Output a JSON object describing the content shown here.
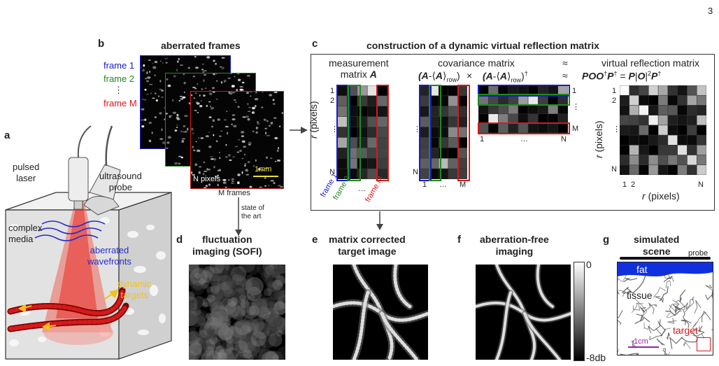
{
  "page_number": "3",
  "panels": {
    "a": {
      "label": "a",
      "pulsed_laser": [
        "pulsed",
        "laser"
      ],
      "ultrasound_probe": [
        "ultrasound",
        "probe"
      ],
      "complex_media": [
        "complex",
        "media"
      ],
      "aberrated_wavefronts": [
        "aberrated",
        "wavefronts"
      ],
      "dynamic_targets": [
        "dynamic",
        "targets"
      ]
    },
    "b": {
      "label": "b",
      "title": "aberrated frames",
      "frame1": "frame 1",
      "frame2": "frame 2",
      "dots": "⋮",
      "frameM": "frame M",
      "n_pixels": "N pixels",
      "scale": "1mm",
      "m_frames": "M frames",
      "state_of_art": [
        "state of",
        "the art"
      ]
    },
    "c": {
      "label": "c",
      "title": "construction of a dynamic virtual reflection matrix",
      "measurement": [
        "measurement",
        "matrix "
      ],
      "measurement_symbol": "A",
      "covariance": "covariance matrix",
      "virtual": "virtual reflection matrix",
      "approx": "≈",
      "r_pixels": "(pixels)",
      "r_symbol": "r",
      "row_1": "1",
      "row_2": "2",
      "row_dots": "⋮",
      "row_N": "N",
      "row_M": "M",
      "frame1": "frame 1",
      "frame2": "frame 2",
      "frameM": "frame M",
      "col_1": "1",
      "col_dots": "…",
      "col_M": "M",
      "col_N": "N",
      "col_2": "2",
      "times": "×"
    },
    "d": {
      "label": "d",
      "title": [
        "fluctuation",
        "imaging (SOFI)"
      ]
    },
    "e": {
      "label": "e",
      "title": [
        "matrix corrected",
        "target image"
      ]
    },
    "f": {
      "label": "f",
      "title": [
        "aberration-free",
        "imaging"
      ],
      "cbar_top": "0",
      "cbar_bottom": "-8db"
    },
    "g": {
      "label": "g",
      "title": [
        "simulated",
        "scene"
      ],
      "probe": "probe",
      "fat": "fat",
      "tissue": "tissue",
      "target": "target",
      "scale": "1cm"
    }
  },
  "colors": {
    "frame1": "#1a1acc",
    "frame2": "#1f8a1f",
    "frameM": "#d41a1a",
    "laser": "#e8231c",
    "wavefront": "#2a2acc",
    "target_arrow": "#f2c218",
    "fat": "#1030e0",
    "scale_yellow": "#f0e020",
    "scale_purple": "#a020a0"
  }
}
